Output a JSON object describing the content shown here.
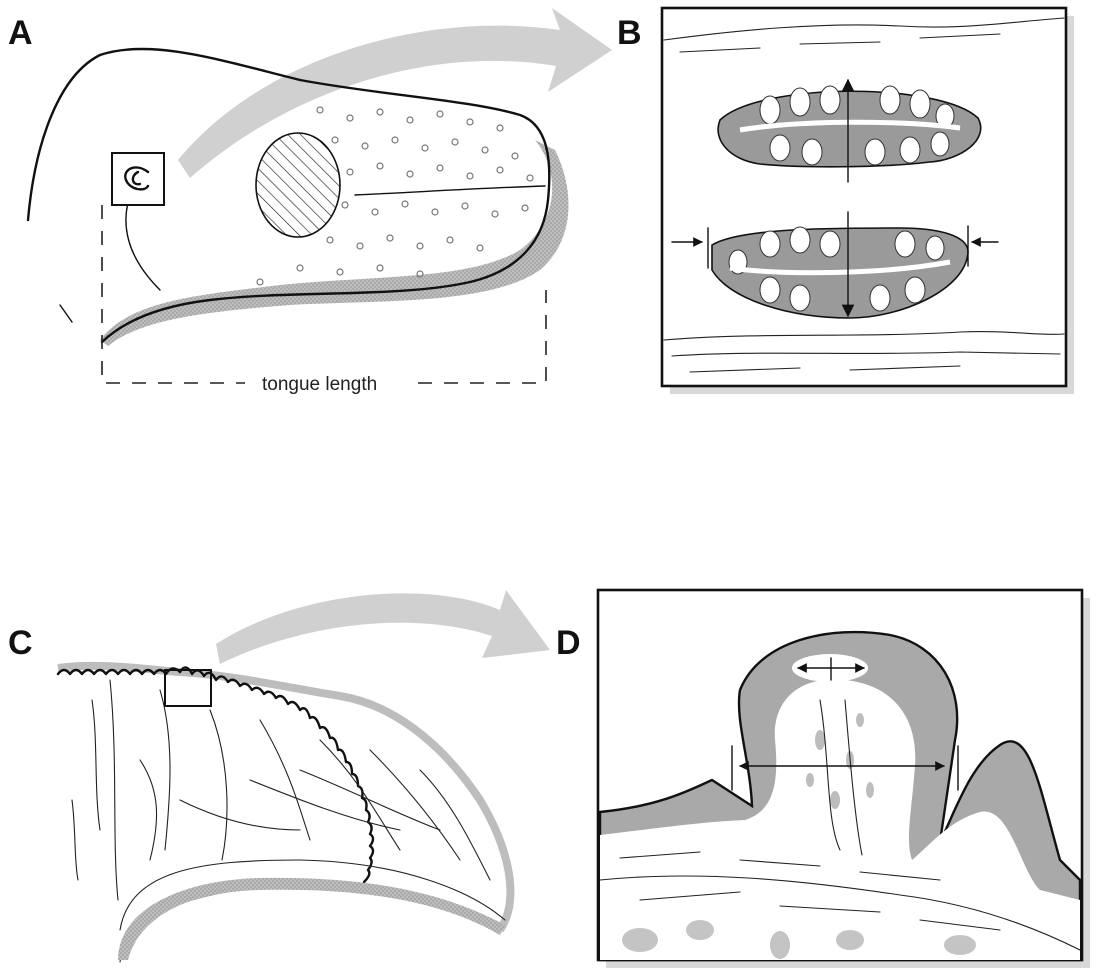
{
  "panels": {
    "a": {
      "letter": "A",
      "caption": "tongue length"
    },
    "b": {
      "letter": "B"
    },
    "c": {
      "letter": "C"
    },
    "d": {
      "letter": "D"
    }
  },
  "colors": {
    "ink": "#111111",
    "tissue_gray": "#a9a9a9",
    "light_gray": "#cfcfcf",
    "arrow_gray": "#c8c8c8"
  }
}
